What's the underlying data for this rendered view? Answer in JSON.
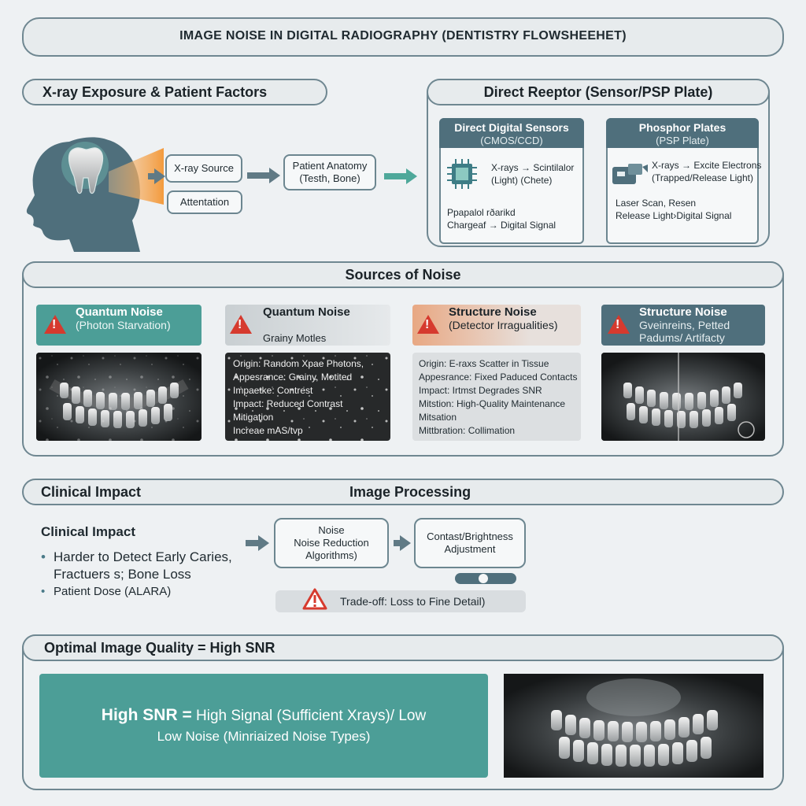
{
  "title": "IMAGE NOISE IN DIGITAL RADIOGRAPHY (DENTISTRY FLOWSHEEHET)",
  "exposure": {
    "header": "X-ray Exposure & Patient Factors",
    "xray_source": "X-ray Source",
    "attenuation": "Attentation",
    "anatomy_line1": "Patient Anatomy",
    "anatomy_line2": "(Testh, Bone)"
  },
  "receptor": {
    "header": "Direct Reeptor (Sensor/PSP Plate)",
    "digital": {
      "title": "Direct Digital Sensors",
      "subtitle": "(CMOS/CCD)",
      "line1": "X-rays → Scintilalor",
      "line2": "(Light) (Chete)",
      "line3": "Ppapalol rðarikd",
      "line4": "Chargeaf → Digital Signal"
    },
    "phosphor": {
      "title": "Phosphor Plates",
      "subtitle": "(PSP Plate)",
      "line1": "X-rays → Excite Electrons",
      "line2": "(Trapped/Release Light)",
      "line3": "Laser Scan, Resen",
      "line4": "Release Light›Digital Signal"
    }
  },
  "noise": {
    "header": "Sources of Noise",
    "cards": [
      {
        "title": "Quantum Noise",
        "subtitle": "(Photon Starvation)"
      },
      {
        "title": "Quantum Noise",
        "subtitle": "Grainy Motles",
        "details": [
          "Origin: Random Xpae Photons,",
          "Appesrance: Grainy, Motited",
          "Impaetke: Contrest",
          "Impact: Reduced Contrast",
          "Mitigation",
          "Increae mAS/tvp"
        ]
      },
      {
        "title": "Structure Noise",
        "subtitle": "(Detector Irragualities)",
        "details": [
          "Origin: E-raxs Scatter in Tissue",
          "Appesrance: Fixed Paduced Contacts",
          "Impact: Irtmst Degrades SNR",
          "Mitstion: High-Quality Maintenance",
          "Mitsation",
          "Mittbration: Collimation"
        ]
      },
      {
        "title": "Structure Noise",
        "subtitle": "Gveinreins, Petted",
        "subtitle2": "Padums/ Artifacty"
      }
    ]
  },
  "impact": {
    "header_left": "Clinical Impact",
    "header_right": "Image Processing",
    "heading": "Clinical Impact",
    "bullet1_line1": "Harder to Detect Early Caries,",
    "bullet1_line2": "Fractuers s; Bone Loss",
    "bullet2": "Patient Dose (ALARA)",
    "noise_box_line1": "Noise",
    "noise_box_line2": "Noise Reduction",
    "noise_box_line3": "Algorithms)",
    "contrast_line1": "Contast/Brightness",
    "contrast_line2": "Adjustment",
    "slider_value": 0.45,
    "tradeoff": "Trade-off: Loss to Fine Detail)"
  },
  "optimal": {
    "header": "Optimal Image Quality = High SNR",
    "bold": "High SNR =",
    "line1_rest": " High Signal (Sufficient Xrays)/ Low",
    "line2": "Low Noise (Minriaized Noise Types)"
  },
  "colors": {
    "teal": "#4c9e97",
    "slate": "#4f6f7c",
    "warning": "#d63a2e"
  }
}
